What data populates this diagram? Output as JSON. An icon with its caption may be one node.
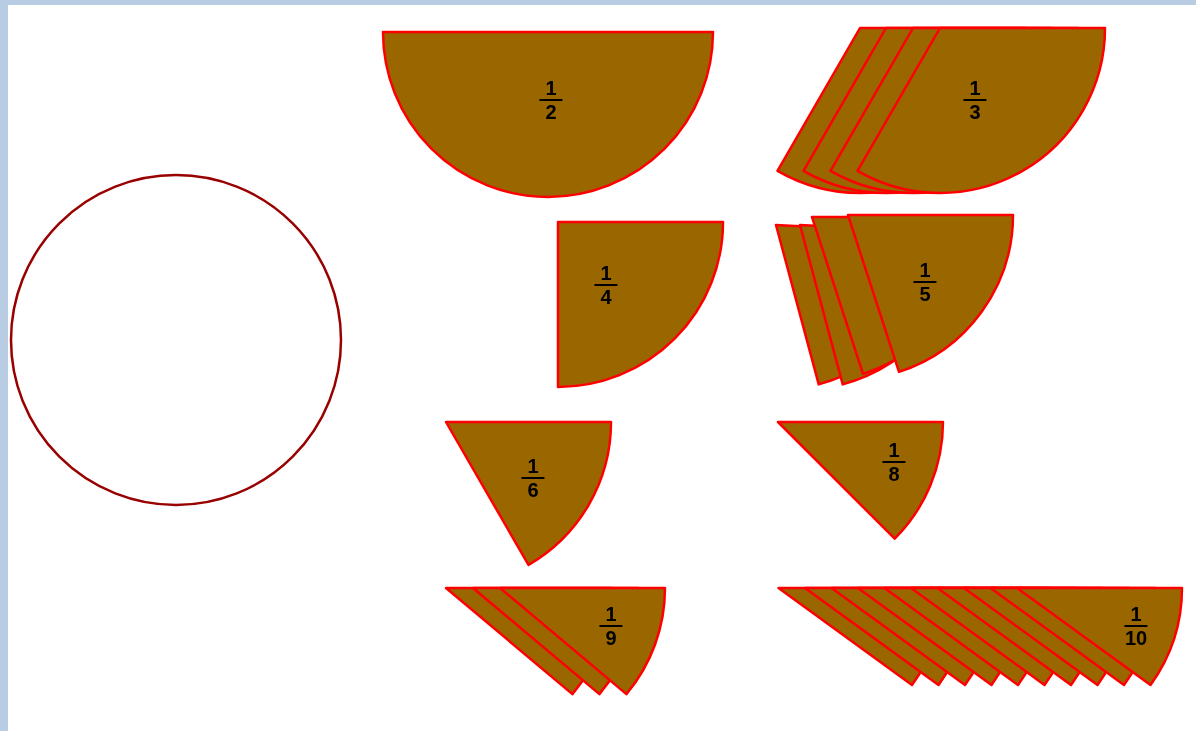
{
  "diagram": {
    "nodes": [
      {
        "text": [],
        "shape": "circle"
      },
      {
        "text": [
          "1",
          "2"
        ]
      },
      {
        "text": [
          "1",
          "3"
        ]
      },
      {
        "text": [
          "1",
          "4"
        ]
      },
      {
        "text": [
          "1",
          "5"
        ]
      },
      {
        "text": [
          "1",
          "6"
        ]
      },
      {
        "text": [
          "1",
          "8"
        ]
      },
      {
        "text": [
          "1",
          "9"
        ]
      },
      {
        "text": [
          "1",
          "10"
        ]
      }
    ]
  }
}
